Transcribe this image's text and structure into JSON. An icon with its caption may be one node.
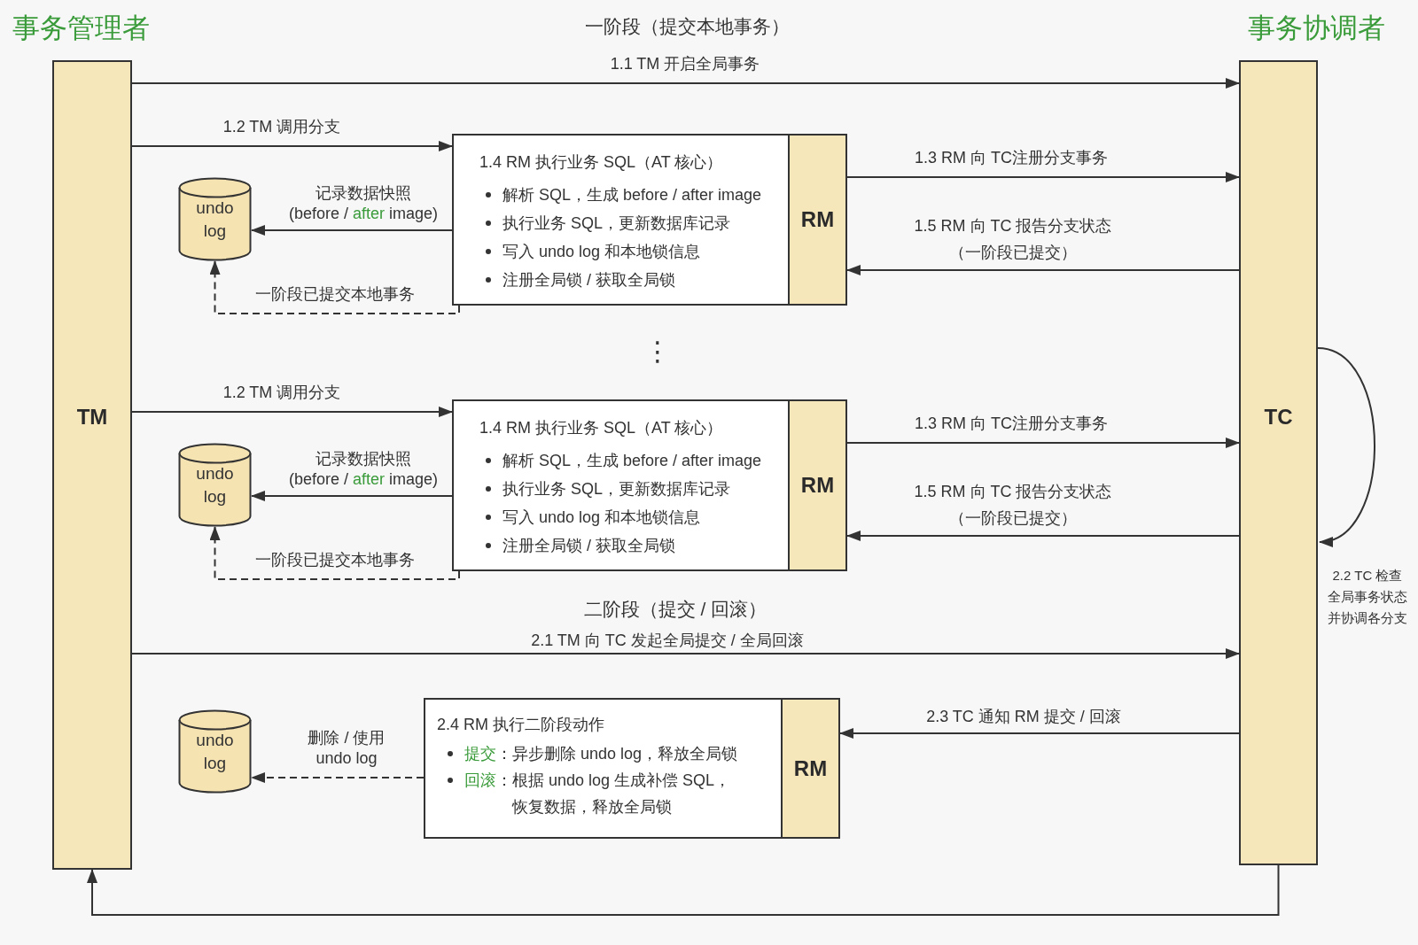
{
  "diagram": {
    "nodes": [
      {
        "text": [
          "TM"
        ],
        "beside": [
          "事务管理者"
        ]
      },
      {
        "text": [
          "TC"
        ],
        "beside": [
          "事务协调者"
        ]
      },
      {
        "text": [
          "1.4 RM 执行业务 SQL（AT 核心）",
          "解析 SQL，生成 before / after image",
          "执行业务 SQL，更新数据库记录",
          "写入 undo log 和本地锁信息",
          "注册全局锁 / 获取全局锁"
        ]
      },
      {
        "text": [
          "RM"
        ],
        "in": 2
      },
      {
        "text": [
          "undo log"
        ]
      },
      {
        "text": [
          "1.4 RM 执行业务 SQL（AT 核心）",
          "解析 SQL，生成 before / after image",
          "执行业务 SQL，更新数据库记录",
          "写入 undo log 和本地锁信息",
          "注册全局锁 / 获取全局锁"
        ]
      },
      {
        "text": [
          "RM"
        ],
        "in": 5
      },
      {
        "text": [
          "undo log"
        ]
      },
      {
        "text": [
          "2.4 RM 执行二阶段动作",
          "**提交**：异步删除 undo log，释放全局锁",
          "**回滚**：根据 undo log 生成补偿 SQL，恢复数据，释放全局锁"
        ]
      },
      {
        "text": [
          "RM"
        ],
        "in": 8
      },
      {
        "text": [
          "undo log"
        ]
      }
    ],
    "edges": [
      {
        "from": 0,
        "to": 1,
        "arrow": "to",
        "label": "1.1 TM 开启全局事务"
      },
      {
        "from": 0,
        "to": 2,
        "arrow": "to",
        "label": "1.2 TM 调用分支"
      },
      {
        "from": 2,
        "to": 4,
        "arrow": "to",
        "label": "记录数据快照 (before / **after** image)"
      },
      {
        "from": 2,
        "to": 4,
        "arrow": "to",
        "label": "一阶段已提交本地事务",
        "style": "dashed"
      },
      {
        "from": 3,
        "to": 1,
        "arrow": "to",
        "label": "1.3 RM 向 TC注册分支事务"
      },
      {
        "from": 1,
        "to": 3,
        "arrow": "to",
        "label": "1.5 RM 向 TC 报告分支状态（一阶段已提交）"
      },
      {
        "from": 0,
        "to": 5,
        "arrow": "to",
        "label": "1.2 TM 调用分支"
      },
      {
        "from": 5,
        "to": 7,
        "arrow": "to",
        "label": "记录数据快照 (before / **after** image)"
      },
      {
        "from": 5,
        "to": 7,
        "arrow": "to",
        "label": "一阶段已提交本地事务",
        "style": "dashed"
      },
      {
        "from": 6,
        "to": 1,
        "arrow": "to",
        "label": "1.3 RM 向 TC注册分支事务"
      },
      {
        "from": 1,
        "to": 6,
        "arrow": "to",
        "label": "1.5 RM 向 TC 报告分支状态（一阶段已提交）"
      },
      {
        "from": 0,
        "to": 1,
        "arrow": "to",
        "label": "2.1 TM 向 TC 发起全局提交 / 全局回滚"
      },
      {
        "from": 1,
        "to": 1,
        "arrow": "to",
        "label": "2.2 TC 检查全局事务状态并协调各分支"
      },
      {
        "from": 1,
        "to": 9,
        "arrow": "to",
        "label": "2.3 TC 通知 RM 提交 / 回滚"
      },
      {
        "from": 8,
        "to": 10,
        "arrow": "to",
        "label": "删除 / 使用 undo log",
        "style": "dashed"
      },
      {
        "from": 1,
        "to": 0,
        "arrow": "to"
      }
    ],
    "labels": [
      "一阶段（提交本地事务）",
      "⋮",
      "二阶段（提交 / 回滚）"
    ]
  }
}
